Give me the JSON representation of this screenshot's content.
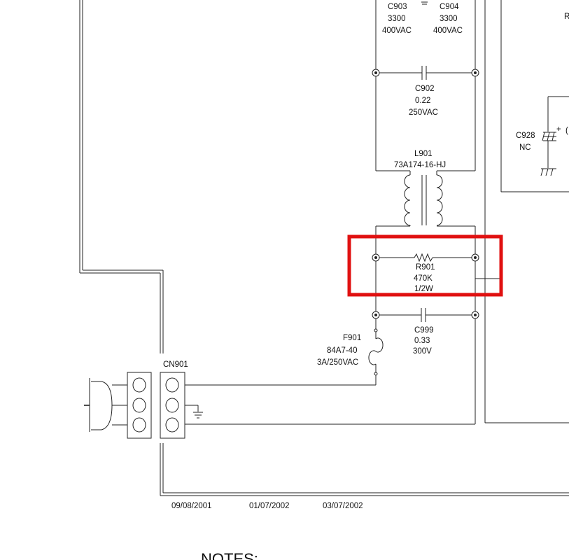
{
  "components": {
    "c903": {
      "ref": "C903",
      "value": "3300",
      "rating": "400VAC"
    },
    "c904": {
      "ref": "C904",
      "value": "3300",
      "rating": "400VAC"
    },
    "c902": {
      "ref": "C902",
      "value": "0.22",
      "rating": "250VAC"
    },
    "l901": {
      "ref": "L901",
      "part": "73A174-16-HJ"
    },
    "r901": {
      "ref": "R901",
      "value": "470K",
      "rating": "1/2W"
    },
    "c999": {
      "ref": "C999",
      "value": "0.33",
      "rating": "300V"
    },
    "f901": {
      "ref": "F901",
      "part": "84A7-40",
      "rating": "3A/250VAC"
    },
    "c928": {
      "ref": "C928",
      "value": "NC"
    },
    "cn901": {
      "ref": "CN901"
    },
    "r_partial": "R"
  },
  "revision_dates": [
    "09/08/2001",
    "01/07/2002",
    "03/07/2002"
  ],
  "notes_heading": "NOTES:",
  "highlight": {
    "target": "R901",
    "color": "#e01010"
  }
}
